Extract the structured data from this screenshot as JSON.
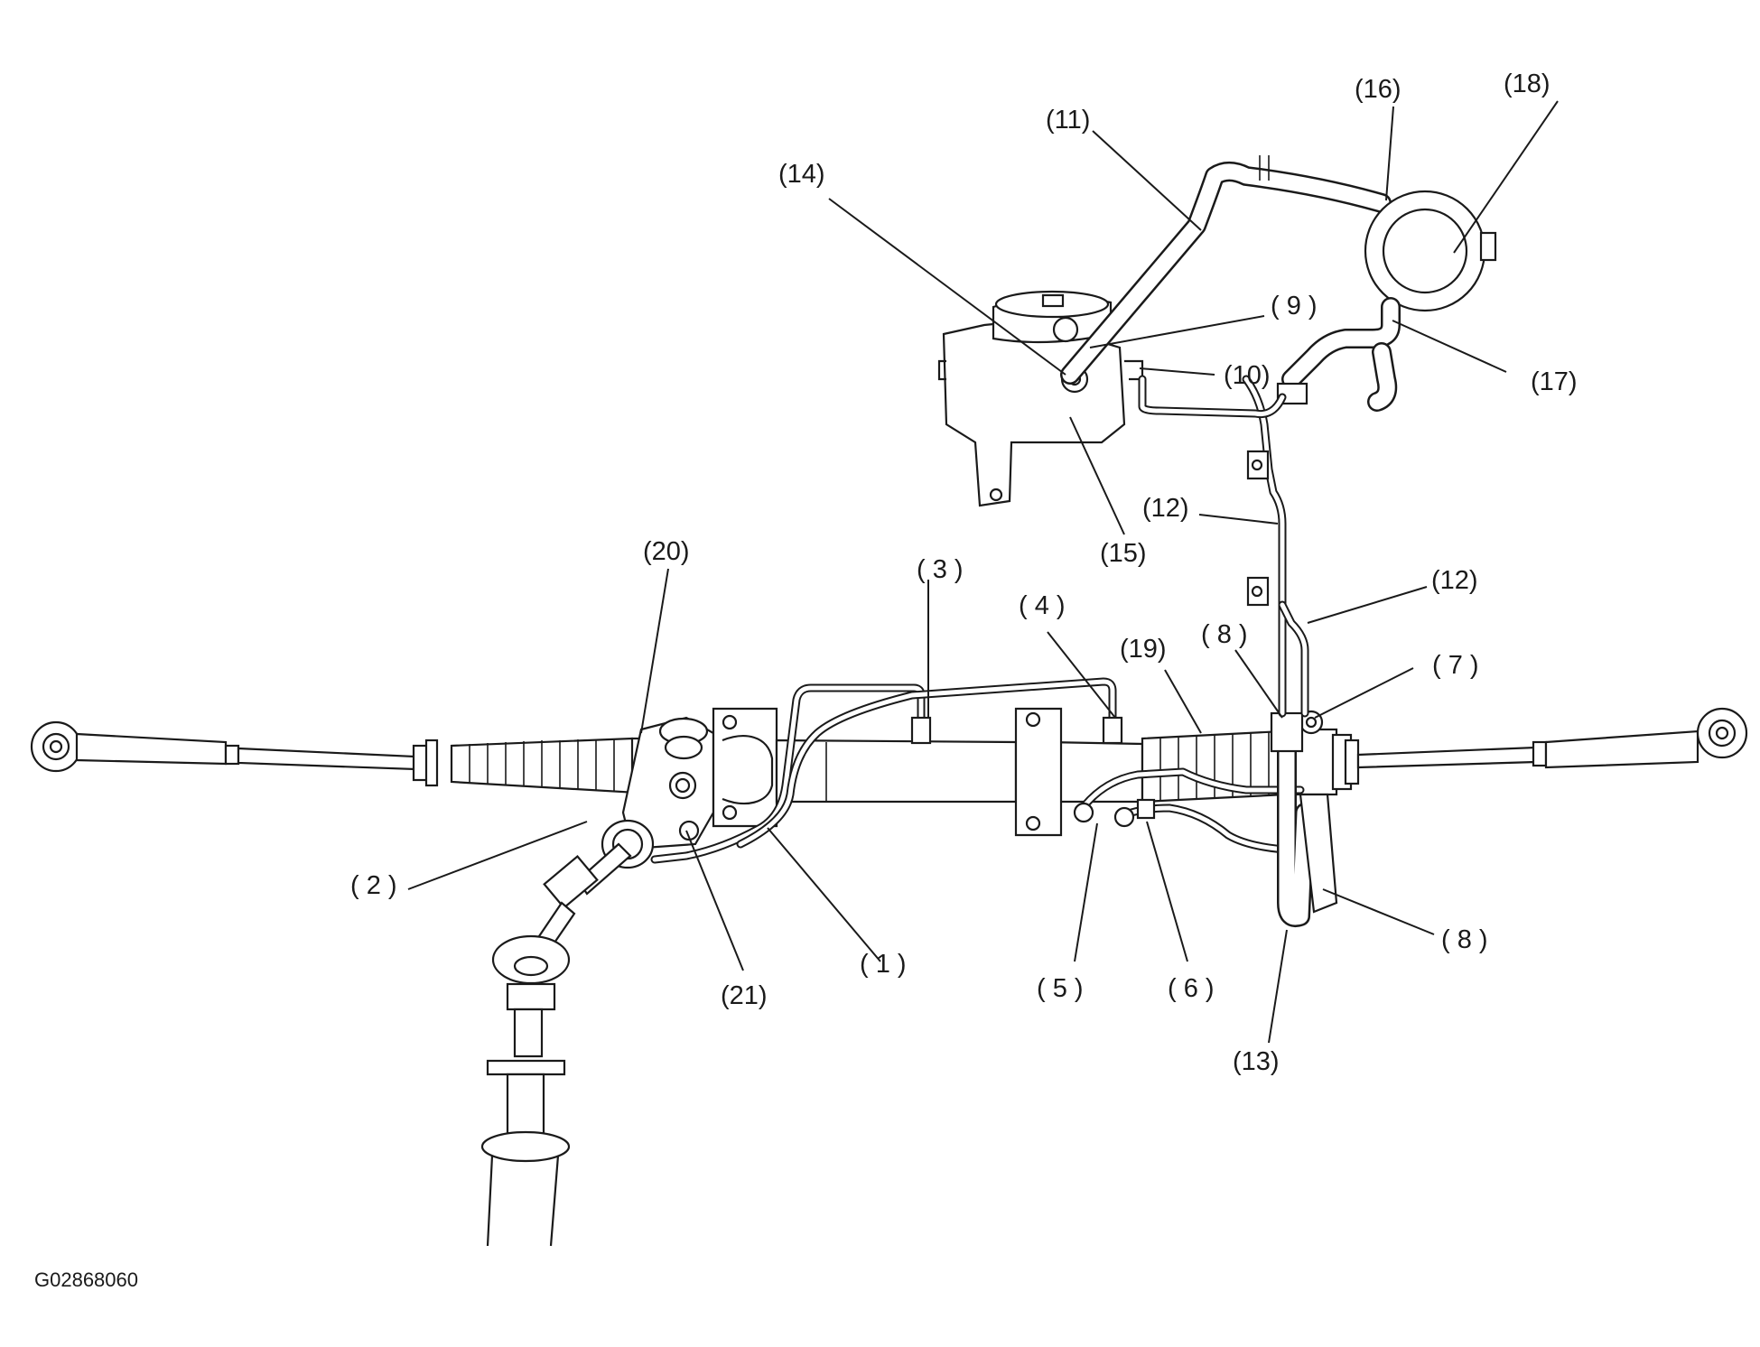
{
  "diagram": {
    "code": "G02868060",
    "callouts": [
      {
        "id": "1",
        "label": "( 1 )"
      },
      {
        "id": "2",
        "label": "( 2 )"
      },
      {
        "id": "3",
        "label": "( 3 )"
      },
      {
        "id": "4",
        "label": "( 4 )"
      },
      {
        "id": "5",
        "label": "( 5 )"
      },
      {
        "id": "6",
        "label": "( 6 )"
      },
      {
        "id": "7",
        "label": "( 7 )"
      },
      {
        "id": "8a",
        "label": "( 8 )"
      },
      {
        "id": "8b",
        "label": "( 8 )"
      },
      {
        "id": "9",
        "label": "( 9 )"
      },
      {
        "id": "10",
        "label": "(10)"
      },
      {
        "id": "11",
        "label": "(11)"
      },
      {
        "id": "12a",
        "label": "(12)"
      },
      {
        "id": "12b",
        "label": "(12)"
      },
      {
        "id": "13",
        "label": "(13)"
      },
      {
        "id": "14",
        "label": "(14)"
      },
      {
        "id": "15",
        "label": "(15)"
      },
      {
        "id": "16",
        "label": "(16)"
      },
      {
        "id": "17",
        "label": "(17)"
      },
      {
        "id": "18",
        "label": "(18)"
      },
      {
        "id": "19",
        "label": "(19)"
      },
      {
        "id": "20",
        "label": "(20)"
      },
      {
        "id": "21",
        "label": "(21)"
      }
    ]
  }
}
